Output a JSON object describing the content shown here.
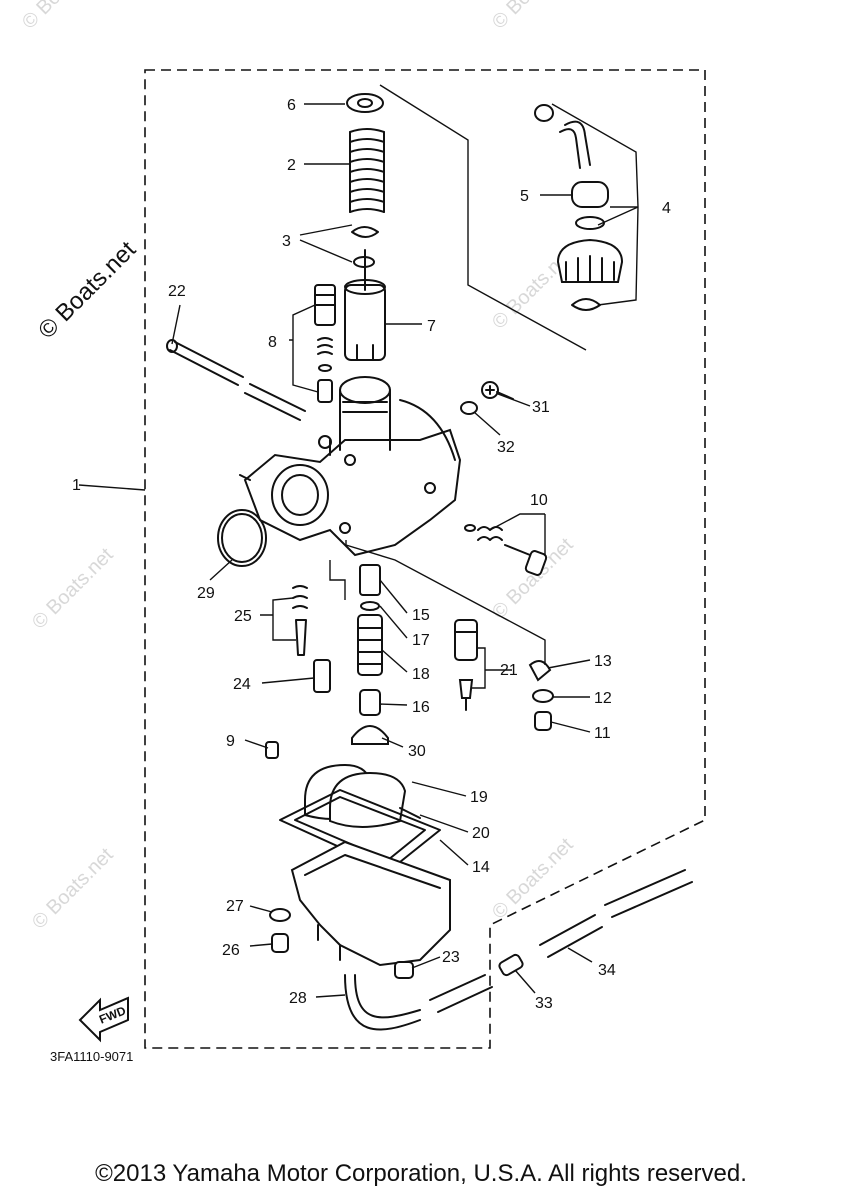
{
  "watermark": {
    "text": "© Boats.net"
  },
  "diagram": {
    "drawing_code": "3FA1110-9071",
    "fwd_label": "FWD",
    "callouts": [
      "1",
      "2",
      "3",
      "4",
      "5",
      "6",
      "7",
      "8",
      "9",
      "10",
      "11",
      "12",
      "13",
      "14",
      "15",
      "16",
      "17",
      "18",
      "19",
      "20",
      "21",
      "22",
      "23",
      "24",
      "25",
      "26",
      "27",
      "28",
      "29",
      "30",
      "31",
      "32",
      "33",
      "34"
    ]
  },
  "footer": {
    "copyright": "©2013 Yamaha Motor Corporation, U.S.A. All rights reserved."
  }
}
